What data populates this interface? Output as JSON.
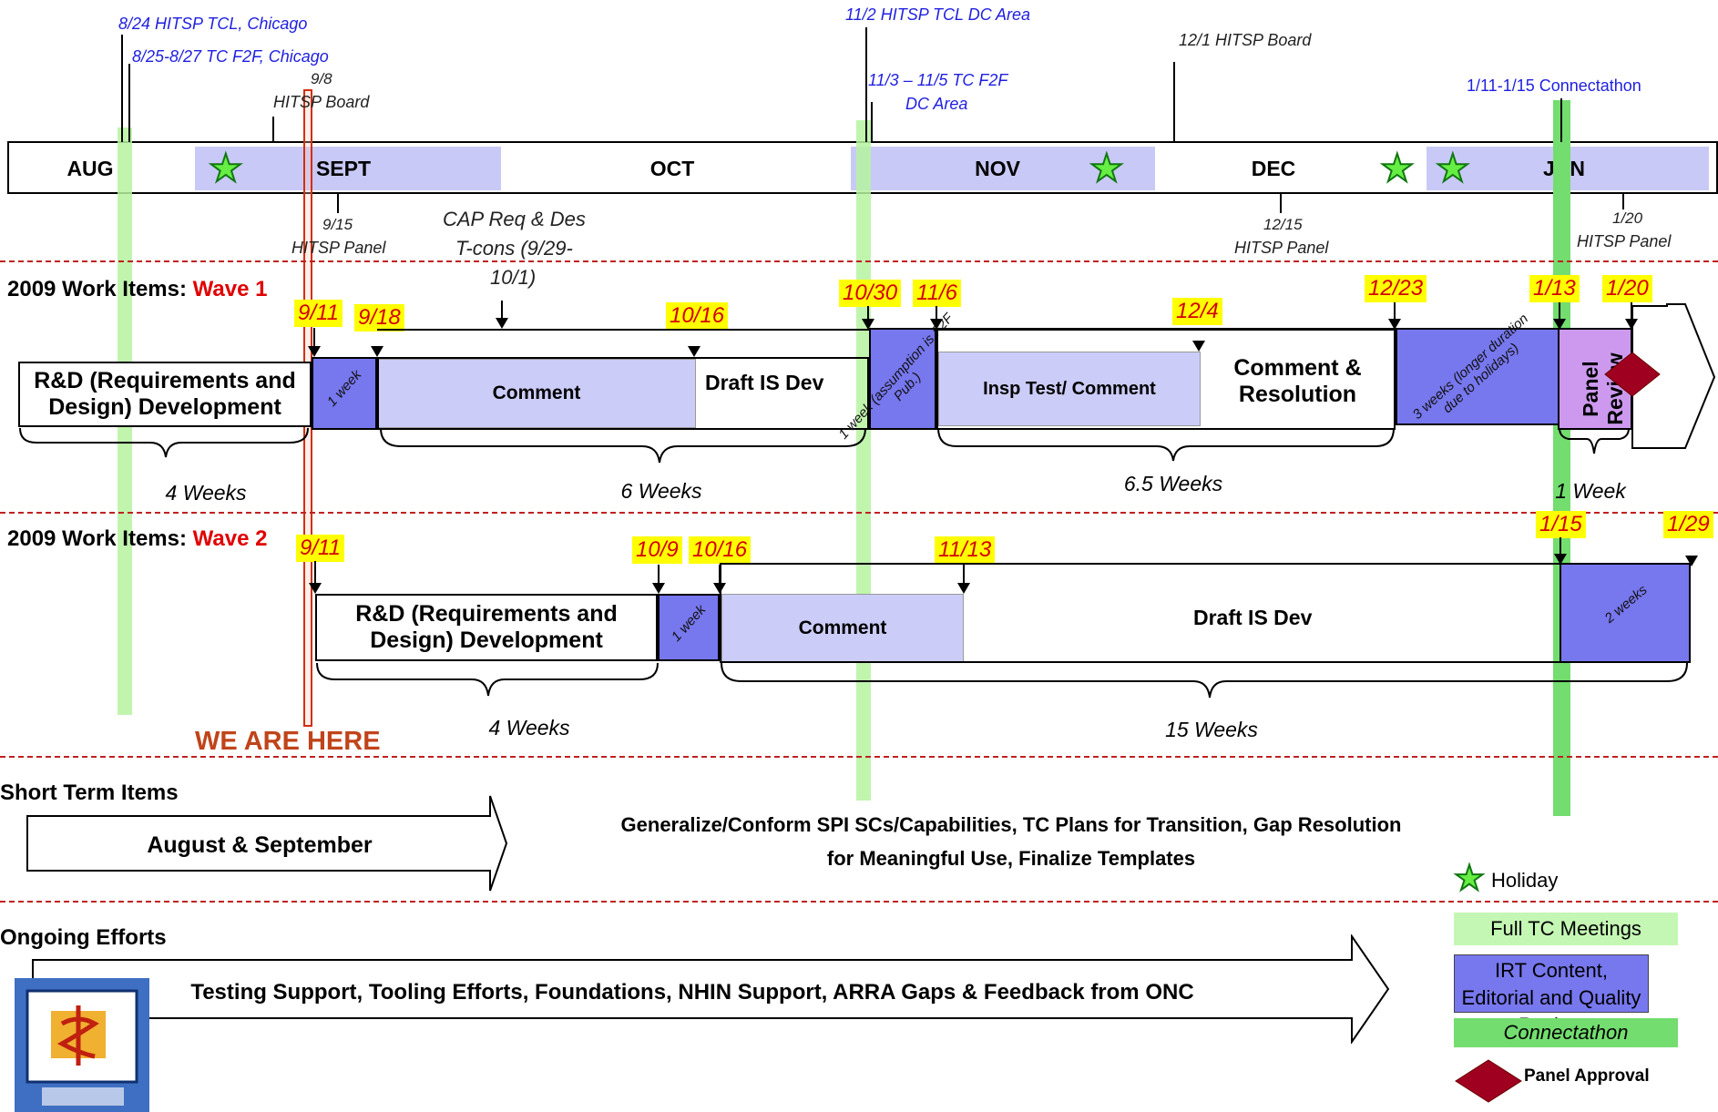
{
  "top_annotations": {
    "hitsp_tcl_chicago": "8/24 HITSP TCL, Chicago",
    "tc_f2f_chicago": "8/25-8/27 TC F2F, Chicago",
    "board_98_date": "9/8",
    "board_98_label": "HITSP Board",
    "tcl_dc": "11/2  HITSP TCL DC Area",
    "tc_f2f_dc_1": "11/3 – 11/5 TC F2F",
    "tc_f2f_dc_2": "DC Area",
    "board_121": "12/1 HITSP Board",
    "connectathon": "1/11-1/15 Connectathon",
    "panel_915_date": "9/15",
    "panel_915_label": "HITSP Panel",
    "cap_req_1": "CAP Req & Des",
    "cap_req_2": "T-cons (9/29-",
    "cap_req_3": "10/1)",
    "panel_1215_date": "12/15",
    "panel_1215_label": "HITSP Panel",
    "panel_120_date": "1/20",
    "panel_120_label": "HITSP Panel"
  },
  "months": [
    "AUG",
    "SEPT",
    "OCT",
    "NOV",
    "DEC",
    "JAN"
  ],
  "wave1": {
    "heading_prefix": "2009 Work Items: ",
    "heading_wave": "Wave 1",
    "dates": [
      "9/11",
      "9/18",
      "10/16",
      "10/30",
      "11/6",
      "12/4",
      "12/23",
      "1/13",
      "1/20"
    ],
    "rd_box": "R&D (Requirements and Design) Development",
    "week1": "1 week",
    "comment": "Comment",
    "draft": "Draft IS Dev",
    "week_assumption": "1 week (assumption is F2F Pub.)",
    "insp": "Insp Test/ Comment",
    "comment_resolution": "Comment & Resolution",
    "three_weeks": "3 weeks (longer duration due to holidays)",
    "panel_review": "Panel Review",
    "weeks": [
      "4 Weeks",
      "6 Weeks",
      "6.5 Weeks",
      "1 Week"
    ]
  },
  "wave2": {
    "heading_prefix": "2009 Work Items: ",
    "heading_wave": "Wave 2",
    "dates": [
      "9/11",
      "10/9",
      "10/16",
      "11/13",
      "1/15",
      "1/29"
    ],
    "rd_box": "R&D (Requirements and Design) Development",
    "week1": "1 week",
    "comment": "Comment",
    "draft": "Draft IS Dev",
    "two_weeks": "2 weeks",
    "weeks": [
      "4 Weeks",
      "15 Weeks"
    ]
  },
  "we_are_here": "WE ARE HERE",
  "short_term": {
    "heading": "Short Term Items",
    "arrow_label": "August & September",
    "desc_1": "Generalize/Conform SPI SCs/Capabilities, TC Plans for Transition, Gap Resolution",
    "desc_2": "for Meaningful Use, Finalize Templates"
  },
  "ongoing": {
    "heading": "Ongoing Efforts",
    "arrow_label": "Testing Support, Tooling Efforts, Foundations, NHIN Support, ARRA Gaps & Feedback from ONC"
  },
  "legend": {
    "holiday": "Holiday",
    "full_tc": "Full TC Meetings",
    "irt": "IRT Content, Editorial and Quality Review",
    "connectathon": "Connectathon",
    "panel_approval": "Panel Approval"
  },
  "colors": {
    "band": "#c9c9f7",
    "purple": "#7777ee",
    "light_purple": "#ccccf9",
    "green_light": "#b6f3a0",
    "green_dark": "#73dd6f",
    "red": "#e00000",
    "date_bg": "#ffff00",
    "diamond": "#a00020",
    "panel_review": "#cc99ee"
  }
}
